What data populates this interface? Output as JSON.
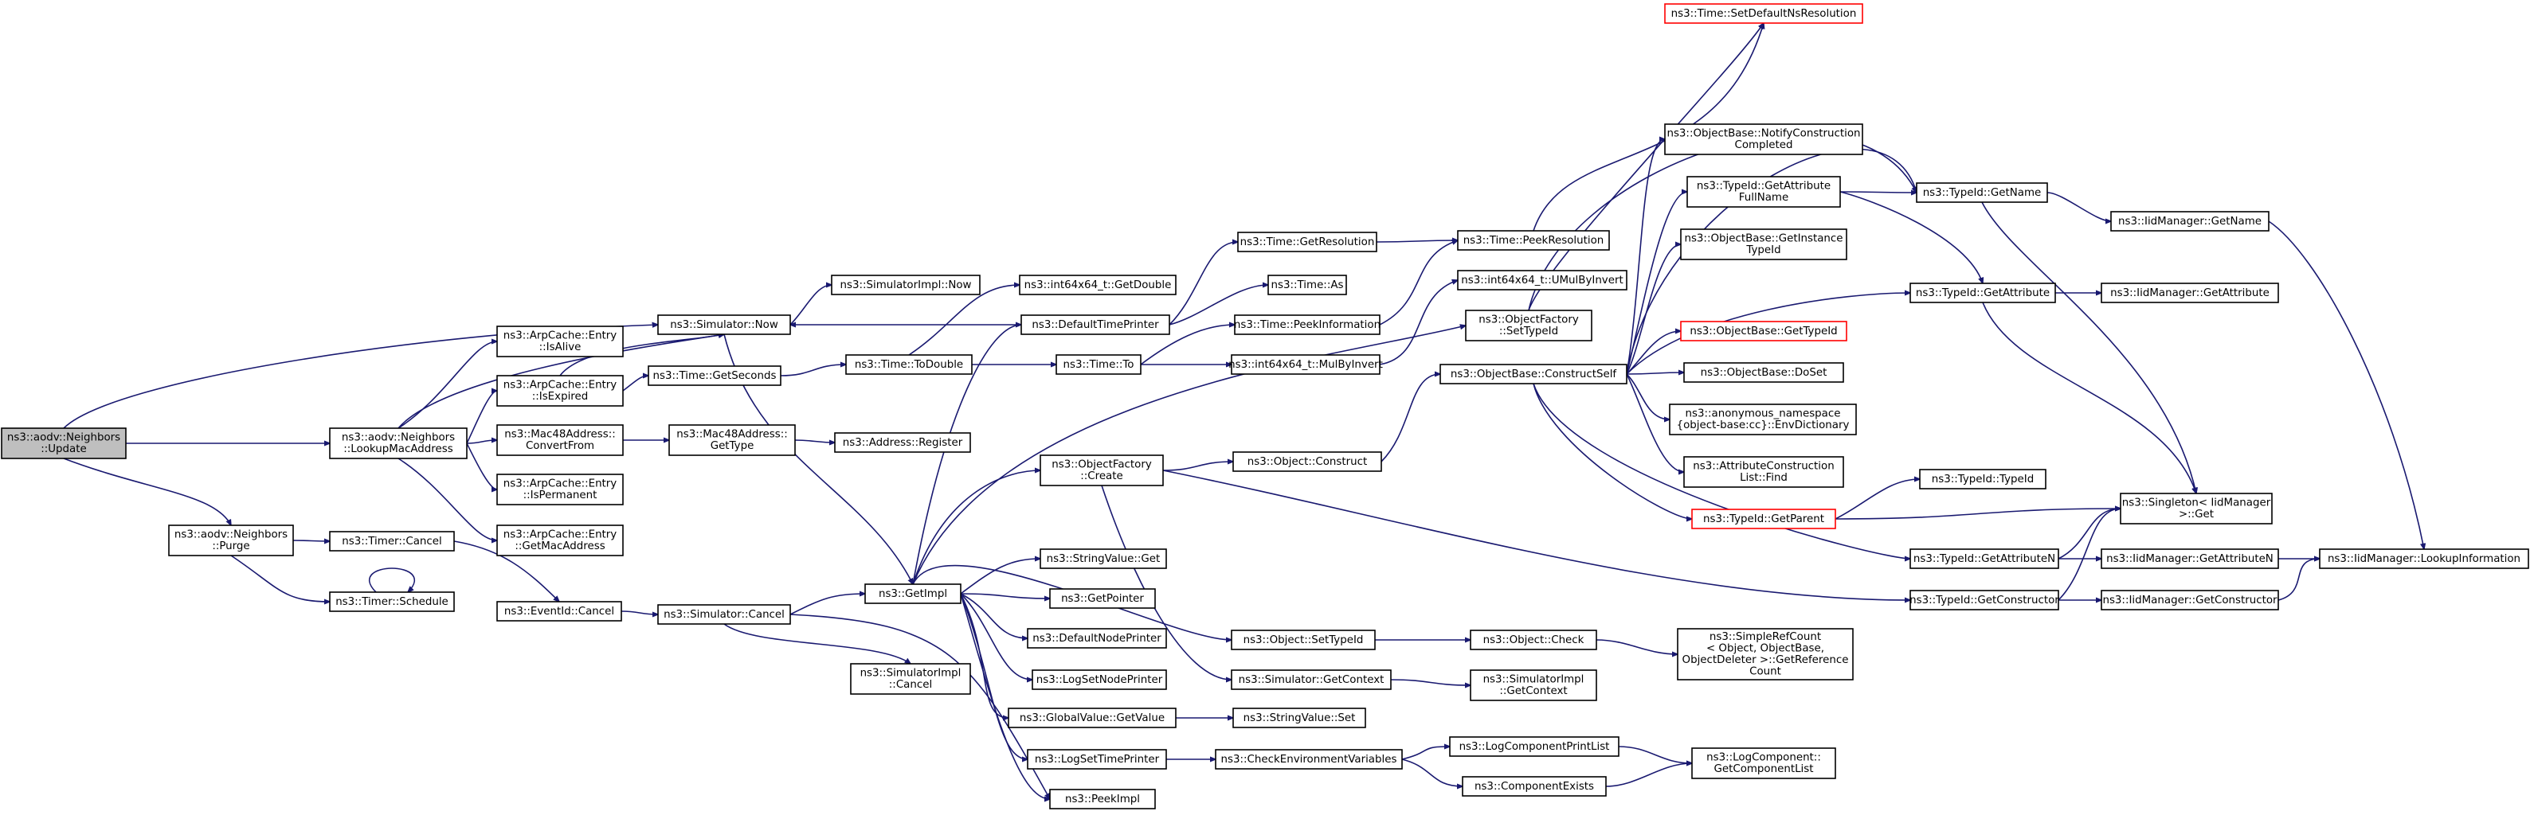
{
  "graph": {
    "nodes": [
      {
        "id": "n_update",
        "lines": [
          "ns3::aodv::Neighbors",
          "::Update"
        ],
        "style": "root"
      },
      {
        "id": "n_sim_now",
        "lines": [
          "ns3::Simulator::Now"
        ]
      },
      {
        "id": "n_lookupmac",
        "lines": [
          "ns3::aodv::Neighbors",
          "::LookupMacAddress"
        ]
      },
      {
        "id": "n_purge",
        "lines": [
          "ns3::aodv::Neighbors",
          "::Purge"
        ]
      },
      {
        "id": "n_simimpl_now",
        "lines": [
          "ns3::SimulatorImpl::Now"
        ]
      },
      {
        "id": "n_getimpl",
        "lines": [
          "ns3::GetImpl"
        ]
      },
      {
        "id": "n_defaulttimeprinter",
        "lines": [
          "ns3::DefaultTimePrinter"
        ]
      },
      {
        "id": "n_int64_getdouble",
        "lines": [
          "ns3::int64x64_t::GetDouble"
        ]
      },
      {
        "id": "n_time_getresolution",
        "lines": [
          "ns3::Time::GetResolution"
        ]
      },
      {
        "id": "n_time_as",
        "lines": [
          "ns3::Time::As"
        ]
      },
      {
        "id": "n_time_peekinformation",
        "lines": [
          "ns3::Time::PeekInformation"
        ]
      },
      {
        "id": "n_time_peekresolution",
        "lines": [
          "ns3::Time::PeekResolution"
        ]
      },
      {
        "id": "n_time_setdefaultns",
        "lines": [
          "ns3::Time::SetDefaultNsResolution"
        ],
        "style": "red"
      },
      {
        "id": "n_int64_umulbyinvert",
        "lines": [
          "ns3::int64x64_t::UMulByInvert"
        ]
      },
      {
        "id": "n_arp_isalive",
        "lines": [
          "ns3::ArpCache::Entry",
          "::IsAlive"
        ]
      },
      {
        "id": "n_arp_isexpired",
        "lines": [
          "ns3::ArpCache::Entry",
          "::IsExpired"
        ]
      },
      {
        "id": "n_time_getseconds",
        "lines": [
          "ns3::Time::GetSeconds"
        ]
      },
      {
        "id": "n_time_todouble",
        "lines": [
          "ns3::Time::ToDouble"
        ]
      },
      {
        "id": "n_time_to",
        "lines": [
          "ns3::Time::To"
        ]
      },
      {
        "id": "n_int64_mulbyinvert",
        "lines": [
          "ns3::int64x64_t::MulByInvert"
        ]
      },
      {
        "id": "n_mac48_convertfrom",
        "lines": [
          "ns3::Mac48Address::",
          "ConvertFrom"
        ]
      },
      {
        "id": "n_mac48_gettype",
        "lines": [
          "ns3::Mac48Address::",
          "GetType"
        ]
      },
      {
        "id": "n_address_register",
        "lines": [
          "ns3::Address::Register"
        ]
      },
      {
        "id": "n_arp_ispermanent",
        "lines": [
          "ns3::ArpCache::Entry",
          "::IsPermanent"
        ]
      },
      {
        "id": "n_arp_getmacaddress",
        "lines": [
          "ns3::ArpCache::Entry",
          "::GetMacAddress"
        ]
      },
      {
        "id": "n_timer_cancel",
        "lines": [
          "ns3::Timer::Cancel"
        ]
      },
      {
        "id": "n_timer_schedule",
        "lines": [
          "ns3::Timer::Schedule"
        ]
      },
      {
        "id": "n_eventid_cancel",
        "lines": [
          "ns3::EventId::Cancel"
        ]
      },
      {
        "id": "n_sim_cancel",
        "lines": [
          "ns3::Simulator::Cancel"
        ]
      },
      {
        "id": "n_simimpl_cancel",
        "lines": [
          "ns3::SimulatorImpl",
          "::Cancel"
        ]
      },
      {
        "id": "n_objfactory_create",
        "lines": [
          "ns3::ObjectFactory",
          "::Create"
        ]
      },
      {
        "id": "n_object_construct",
        "lines": [
          "ns3::Object::Construct"
        ]
      },
      {
        "id": "n_objfactory_settypeid",
        "lines": [
          "ns3::ObjectFactory",
          "::SetTypeId"
        ]
      },
      {
        "id": "n_objbase_constructself",
        "lines": [
          "ns3::ObjectBase::ConstructSelf"
        ]
      },
      {
        "id": "n_objbase_notifyconstruction",
        "lines": [
          "ns3::ObjectBase::NotifyConstruction",
          "Completed"
        ]
      },
      {
        "id": "n_typeid_getattributefullname",
        "lines": [
          "ns3::TypeId::GetAttribute",
          "FullName"
        ]
      },
      {
        "id": "n_objbase_getinstancetypeid",
        "lines": [
          "ns3::ObjectBase::GetInstance",
          "TypeId"
        ]
      },
      {
        "id": "n_objbase_gettypeid",
        "lines": [
          "ns3::ObjectBase::GetTypeId"
        ],
        "style": "red"
      },
      {
        "id": "n_objbase_doset",
        "lines": [
          "ns3::ObjectBase::DoSet"
        ]
      },
      {
        "id": "n_anon_envdictionary",
        "lines": [
          "ns3::anonymous_namespace",
          "{object-base:cc}::EnvDictionary"
        ]
      },
      {
        "id": "n_attrconstruction_find",
        "lines": [
          "ns3::AttributeConstruction",
          "List::Find"
        ]
      },
      {
        "id": "n_typeid_getparent",
        "lines": [
          "ns3::TypeId::GetParent"
        ],
        "style": "red"
      },
      {
        "id": "n_typeid_typeid",
        "lines": [
          "ns3::TypeId::TypeId"
        ]
      },
      {
        "id": "n_typeid_getname",
        "lines": [
          "ns3::TypeId::GetName"
        ]
      },
      {
        "id": "n_iidmanager_getname",
        "lines": [
          "ns3::IidManager::GetName"
        ]
      },
      {
        "id": "n_typeid_getattribute",
        "lines": [
          "ns3::TypeId::GetAttribute"
        ]
      },
      {
        "id": "n_iidmanager_getattribute",
        "lines": [
          "ns3::IidManager::GetAttribute"
        ]
      },
      {
        "id": "n_singleton_get",
        "lines": [
          "ns3::Singleton< IidManager",
          ">::Get"
        ]
      },
      {
        "id": "n_typeid_getattributen",
        "lines": [
          "ns3::TypeId::GetAttributeN"
        ]
      },
      {
        "id": "n_iidmanager_getattributen",
        "lines": [
          "ns3::IidManager::GetAttributeN"
        ]
      },
      {
        "id": "n_iidmanager_lookupinformation",
        "lines": [
          "ns3::IidManager::LookupInformation"
        ]
      },
      {
        "id": "n_typeid_getconstructor",
        "lines": [
          "ns3::TypeId::GetConstructor"
        ]
      },
      {
        "id": "n_iidmanager_getconstructor",
        "lines": [
          "ns3::IidManager::GetConstructor"
        ]
      },
      {
        "id": "n_stringvalue_get",
        "lines": [
          "ns3::StringValue::Get"
        ]
      },
      {
        "id": "n_getpointer",
        "lines": [
          "ns3::GetPointer"
        ]
      },
      {
        "id": "n_defaultnodeprinter",
        "lines": [
          "ns3::DefaultNodePrinter"
        ]
      },
      {
        "id": "n_logsetnodeprinter",
        "lines": [
          "ns3::LogSetNodePrinter"
        ]
      },
      {
        "id": "n_globalvalue_getvalue",
        "lines": [
          "ns3::GlobalValue::GetValue"
        ]
      },
      {
        "id": "n_stringvalue_set",
        "lines": [
          "ns3::StringValue::Set"
        ]
      },
      {
        "id": "n_logsettimeprinter",
        "lines": [
          "ns3::LogSetTimePrinter"
        ]
      },
      {
        "id": "n_peekimpl",
        "lines": [
          "ns3::PeekImpl"
        ]
      },
      {
        "id": "n_object_settypeid",
        "lines": [
          "ns3::Object::SetTypeId"
        ]
      },
      {
        "id": "n_object_check",
        "lines": [
          "ns3::Object::Check"
        ]
      },
      {
        "id": "n_simplerefcount",
        "lines": [
          "ns3::SimpleRefCount",
          "< Object, ObjectBase,",
          "ObjectDeleter >::GetReference",
          "Count"
        ]
      },
      {
        "id": "n_sim_getcontext",
        "lines": [
          "ns3::Simulator::GetContext"
        ]
      },
      {
        "id": "n_simimpl_getcontext",
        "lines": [
          "ns3::SimulatorImpl",
          "::GetContext"
        ]
      },
      {
        "id": "n_checkenvvars",
        "lines": [
          "ns3::CheckEnvironmentVariables"
        ]
      },
      {
        "id": "n_logcomponentprintlist",
        "lines": [
          "ns3::LogComponentPrintList"
        ]
      },
      {
        "id": "n_componentexists",
        "lines": [
          "ns3::ComponentExists"
        ]
      },
      {
        "id": "n_logcomponent_getlist",
        "lines": [
          "ns3::LogComponent::",
          "GetComponentList"
        ]
      }
    ]
  }
}
